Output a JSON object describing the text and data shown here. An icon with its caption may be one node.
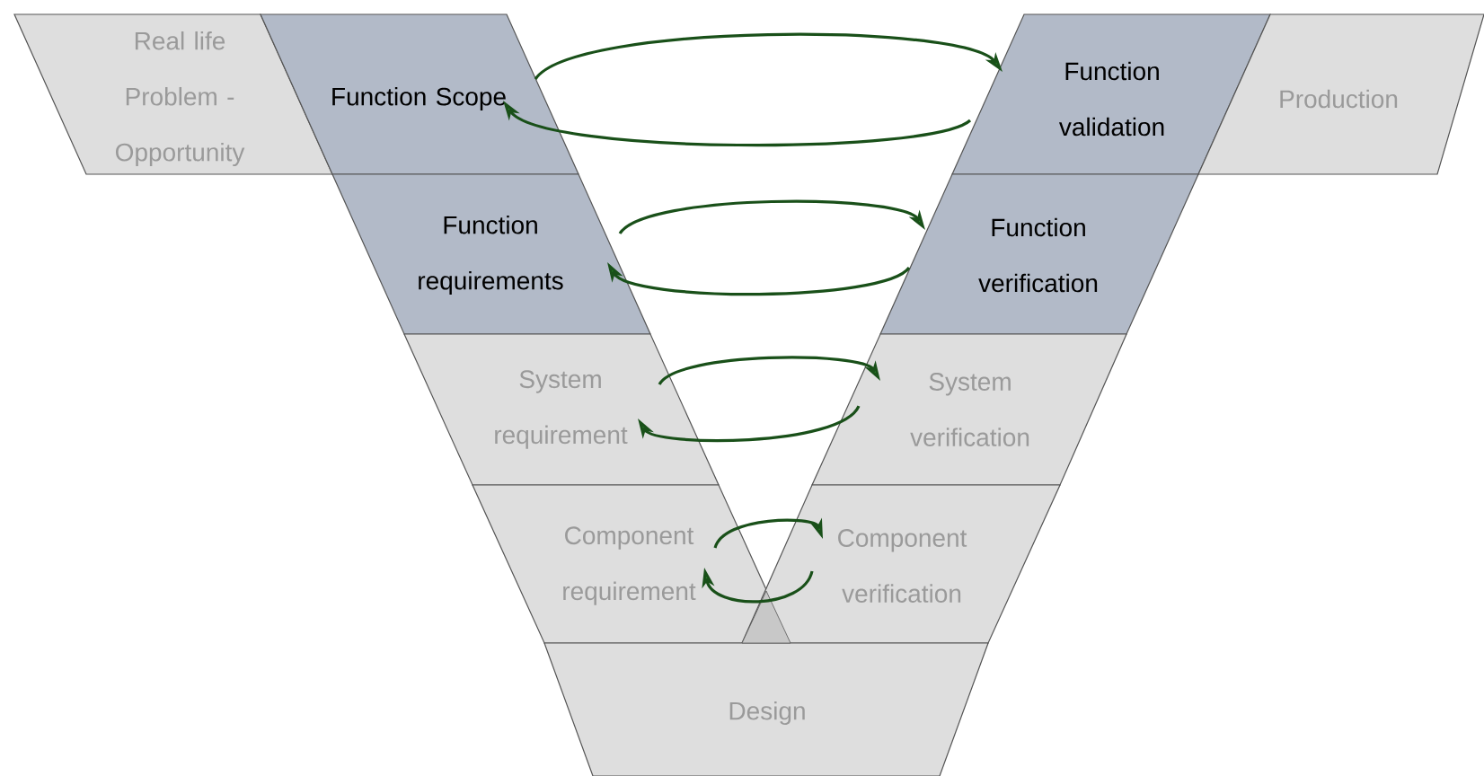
{
  "diagram": {
    "nodes": [
      {
        "text": [
          "Real life Problem - Opportunity"
        ]
      },
      {
        "text": [
          "Function Scope"
        ]
      },
      {
        "text": [
          "Function validation"
        ]
      },
      {
        "text": [
          "Production"
        ]
      },
      {
        "text": [
          "Function requirements"
        ]
      },
      {
        "text": [
          "Function verification"
        ]
      },
      {
        "text": [
          "System requirement"
        ]
      },
      {
        "text": [
          "System verification"
        ]
      },
      {
        "text": [
          "Component requirement"
        ]
      },
      {
        "text": [
          "Component verification"
        ]
      },
      {
        "text": [
          "Design"
        ]
      }
    ],
    "edges": [
      {
        "from": 1,
        "to": 2,
        "arrow": "to"
      },
      {
        "from": 2,
        "to": 1,
        "arrow": "to"
      },
      {
        "from": 4,
        "to": 5,
        "arrow": "to"
      },
      {
        "from": 5,
        "to": 4,
        "arrow": "to"
      },
      {
        "from": 6,
        "to": 7,
        "arrow": "to"
      },
      {
        "from": 7,
        "to": 6,
        "arrow": "to"
      },
      {
        "from": 8,
        "to": 9,
        "arrow": "to"
      },
      {
        "from": 9,
        "to": 8,
        "arrow": "to"
      }
    ]
  }
}
